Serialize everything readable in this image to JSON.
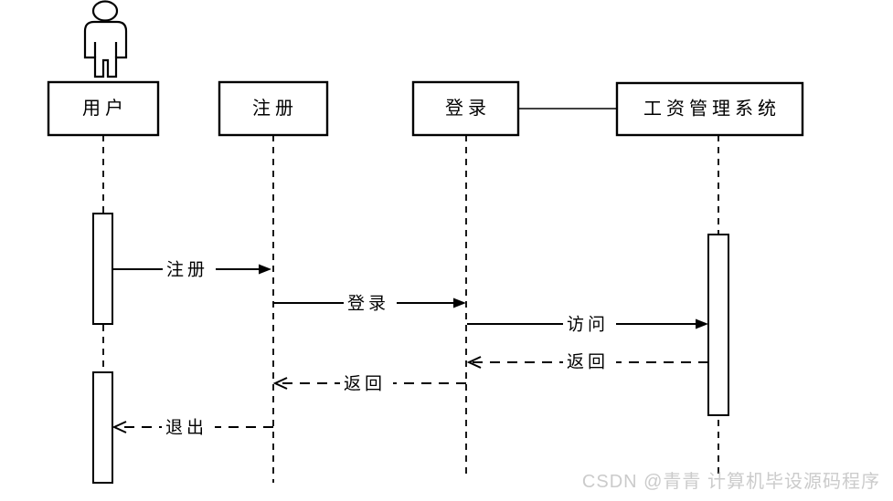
{
  "diagram": {
    "type": "uml-sequence-diagram",
    "participants": [
      {
        "label": "用户",
        "kind": "actor"
      },
      {
        "label": "注册",
        "kind": "object"
      },
      {
        "label": "登录",
        "kind": "object"
      },
      {
        "label": "工资管理系统",
        "kind": "object"
      }
    ],
    "messages": [
      {
        "label": "注册",
        "from": "用户",
        "to": "注册",
        "style": "solid"
      },
      {
        "label": "登录",
        "from": "注册",
        "to": "登录",
        "style": "solid"
      },
      {
        "label": "访问",
        "from": "登录",
        "to": "工资管理系统",
        "style": "solid"
      },
      {
        "label": "返回",
        "from": "工资管理系统",
        "to": "登录",
        "style": "dashed"
      },
      {
        "label": "返回",
        "from": "登录",
        "to": "注册",
        "style": "dashed"
      },
      {
        "label": "退出",
        "from": "注册",
        "to": "用户",
        "style": "dashed"
      }
    ],
    "colors": {
      "line": "#000000",
      "background": "#ffffff",
      "watermark": "#cbcbcb"
    },
    "watermark": "CSDN @青青  计算机毕设源码程序"
  }
}
